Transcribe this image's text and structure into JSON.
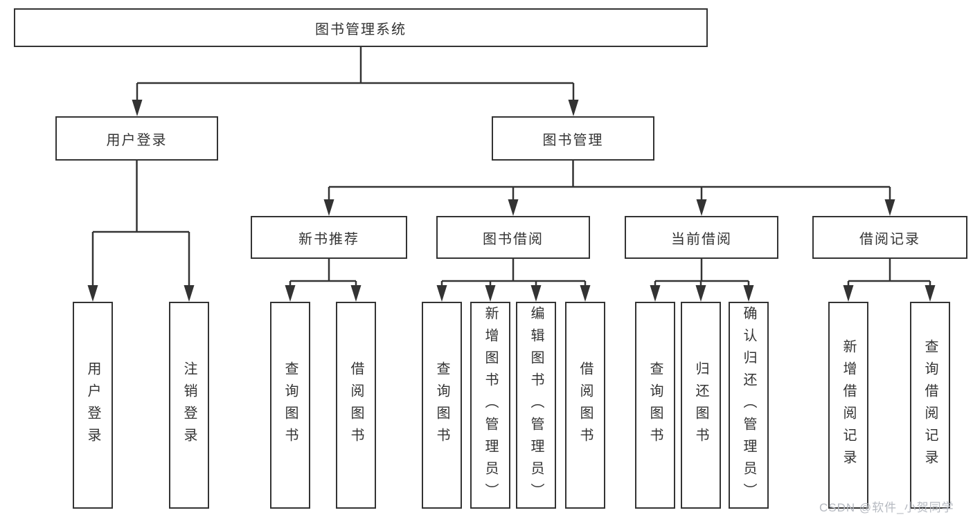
{
  "diagram": {
    "type": "tree",
    "background": "#ffffff",
    "line_color": "#333333",
    "box_border_color": "#333333",
    "box_fill": "#ffffff",
    "text_color": "#333333",
    "watermark": {
      "text": "CSDN @软件_小贺同学",
      "color": "#b6bac1"
    },
    "root": {
      "id": "library-management-system",
      "label": "图书管理系统"
    },
    "level2": [
      {
        "id": "user-login",
        "label": "用户登录",
        "parent": "library-management-system"
      },
      {
        "id": "book-management",
        "label": "图书管理",
        "parent": "library-management-system"
      }
    ],
    "level3": [
      {
        "id": "new-book-recommend",
        "label": "新书推荐",
        "parent": "book-management"
      },
      {
        "id": "book-borrowing",
        "label": "图书借阅",
        "parent": "book-management"
      },
      {
        "id": "current-borrowing",
        "label": "当前借阅",
        "parent": "book-management"
      },
      {
        "id": "borrowing-records",
        "label": "借阅记录",
        "parent": "book-management"
      }
    ],
    "level4": [
      {
        "id": "leaf-user-login",
        "label": "用户登录",
        "parent": "user-login"
      },
      {
        "id": "leaf-logout",
        "label": "注销登录",
        "parent": "user-login"
      },
      {
        "id": "leaf-query-books-recommend",
        "label": "查询图书",
        "parent": "new-book-recommend"
      },
      {
        "id": "leaf-borrow-books-recommend",
        "label": "借阅图书",
        "parent": "new-book-recommend"
      },
      {
        "id": "leaf-query-books-borrowing",
        "label": "查询图书",
        "parent": "book-borrowing"
      },
      {
        "id": "leaf-add-books-admin",
        "label": "新增图书（管理员）",
        "parent": "book-borrowing"
      },
      {
        "id": "leaf-edit-books-admin",
        "label": "编辑图书（管理员）",
        "parent": "book-borrowing"
      },
      {
        "id": "leaf-borrow-books-borrowing",
        "label": "借阅图书",
        "parent": "book-borrowing"
      },
      {
        "id": "leaf-query-books-current",
        "label": "查询图书",
        "parent": "current-borrowing"
      },
      {
        "id": "leaf-return-books",
        "label": "归还图书",
        "parent": "current-borrowing"
      },
      {
        "id": "leaf-confirm-return-admin",
        "label": "确认归还（管理员）",
        "parent": "current-borrowing"
      },
      {
        "id": "leaf-add-borrow-record",
        "label": "新增借阅记录",
        "parent": "borrowing-records"
      },
      {
        "id": "leaf-query-borrow-record",
        "label": "查询借阅记录",
        "parent": "borrowing-records"
      }
    ]
  }
}
